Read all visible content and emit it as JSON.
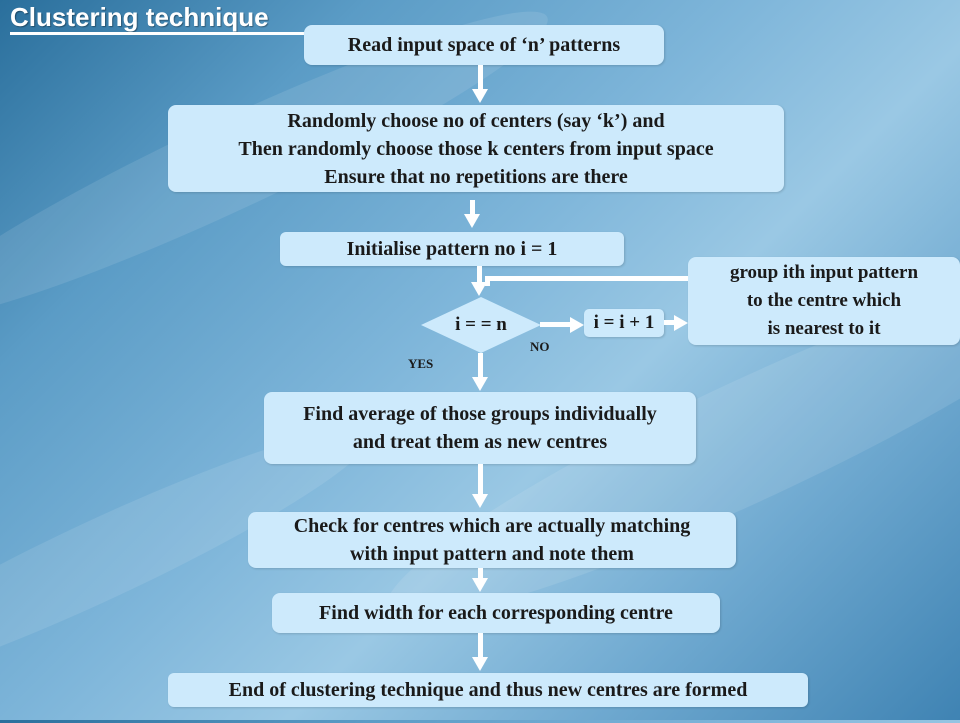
{
  "title": "Clustering technique",
  "nodes": {
    "read_input": "Read  input space of ‘n’ patterns",
    "choose_centers": [
      "Randomly choose no of centers (say ‘k’) and",
      "Then randomly choose those k centers from input space",
      "Ensure that no repetitions are there"
    ],
    "initialise": "Initialise pattern no i = 1",
    "decision": "i = = n",
    "increment": "i = i + 1",
    "group_pattern": [
      "group ith input pattern",
      "to the centre which",
      "is nearest to it"
    ],
    "find_average": [
      "Find average of those groups individually",
      "and treat them as new centres"
    ],
    "check_centres": [
      "Check for centres which are actually matching",
      "with input pattern and note them"
    ],
    "find_width": "Find width for each corresponding centre",
    "end": "End of clustering technique and thus new centres are formed"
  },
  "labels": {
    "yes": "YES",
    "no": "NO"
  },
  "colors": {
    "box_fill": "#cdeafc",
    "arrow": "#ffffff",
    "text": "#1a1a1a"
  }
}
